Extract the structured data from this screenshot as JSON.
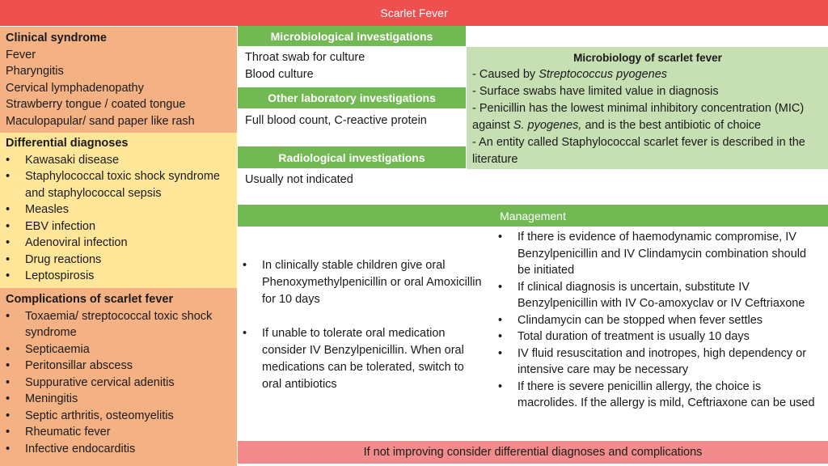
{
  "title": "Scarlet Fever",
  "colors": {
    "title_bar": "#ee5050",
    "clinical_panel": "#f4b183",
    "differential_panel": "#ffe699",
    "complications_panel": "#f4b183",
    "green_header": "#72b853",
    "microbiology_box": "#c6e0b4",
    "footer": "#f28b8b"
  },
  "clinical": {
    "heading": "Clinical syndrome",
    "items": [
      "Fever",
      "Pharyngitis",
      "Cervical lymphadenopathy",
      "Strawberry tongue / coated tongue",
      "Maculopapular/ sand paper like rash"
    ]
  },
  "differential": {
    "heading": "Differential diagnoses",
    "items": [
      "Kawasaki disease",
      "Staphylococcal toxic shock syndrome and staphylococcal sepsis",
      "Measles",
      "EBV infection",
      "Adenoviral infection",
      "Drug reactions",
      "Leptospirosis"
    ]
  },
  "complications": {
    "heading": "Complications of scarlet fever",
    "items": [
      "Toxaemia/ streptococcal toxic shock syndrome",
      "Septicaemia",
      "Peritonsillar abscess",
      "Suppurative cervical adenitis",
      "Meningitis",
      "Septic arthritis, osteomyelitis",
      "Rheumatic fever",
      "Infective endocarditis"
    ]
  },
  "micro_investigations": {
    "heading": "Microbiological investigations",
    "items": [
      "Throat swab for culture",
      "Blood culture"
    ]
  },
  "other_lab": {
    "heading": "Other laboratory investigations",
    "text": "Full blood count, C-reactive protein"
  },
  "radiological": {
    "heading": "Radiological investigations",
    "text": "Usually not indicated"
  },
  "microbiology": {
    "heading": "Microbiology of scarlet fever",
    "line1_prefix": "- Caused by ",
    "line1_organism": "Streptococcus pyogenes",
    "line2": "- Surface swabs have limited value in diagnosis",
    "line3_prefix": "- Penicillin has the lowest minimal inhibitory concentration (MIC) against ",
    "line3_organism": "S. pyogenes,",
    "line3_suffix": " and is the best antibiotic of choice",
    "line4": "- An entity called Staphylococcal scarlet fever is described in the literature"
  },
  "management": {
    "heading": "Management",
    "left_items": [
      "In clinically stable children give oral Phenoxymethylpenicillin or oral Amoxicillin for 10 days",
      "If unable to tolerate oral medication consider IV Benzylpenicillin. When oral medications can be tolerated, switch to oral antibiotics"
    ],
    "right_items": [
      "If there is evidence of haemodynamic compromise, IV Benzylpenicillin and IV Clindamycin combination should be initiated",
      "If clinical diagnosis is uncertain, substitute IV Benzylpenicillin with IV Co-amoxyclav or IV Ceftriaxone",
      "Clindamycin can be stopped when fever settles",
      "Total duration of treatment is usually 10 days",
      "IV fluid resuscitation and inotropes, high dependency or intensive care may be necessary",
      "If there is severe penicillin allergy, the choice is macrolides. If the allergy is mild, Ceftriaxone can be used"
    ]
  },
  "footer": "If not improving consider differential diagnoses and complications"
}
